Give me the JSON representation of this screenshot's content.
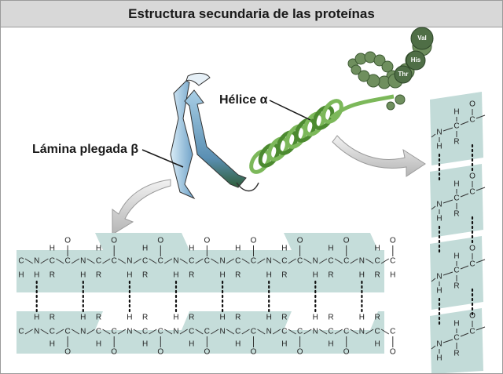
{
  "title": "Estructura secundaria de las proteínas",
  "labels": {
    "helix": "Hélice α",
    "sheet": "Lámina plegada β"
  },
  "residues": {
    "r1": "Val",
    "r2": "His",
    "r3": "Thr"
  },
  "atoms": {
    "c": "C",
    "n": "N",
    "o": "O",
    "h": "H",
    "r": "R"
  },
  "colors": {
    "header": "#d8d8d8",
    "sheet_band": "#c2dbd8",
    "helix_green": "#5e9b3c",
    "strand_blue": "#7fb1d3",
    "strand_dark": "#2f5e3a",
    "arrow_gray": "#c8c8c8"
  }
}
